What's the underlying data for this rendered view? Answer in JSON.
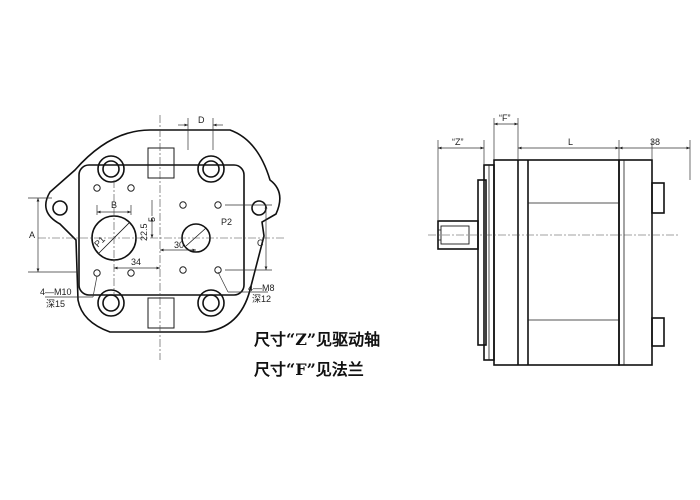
{
  "front_view": {
    "dim_D": "D",
    "dim_A": "A",
    "dim_B": "B",
    "dim_5": "5",
    "dim_22_5": "22.5",
    "dim_30": "30",
    "dim_34": "34",
    "dim_C": "C",
    "port_P1": "P1",
    "port_P2": "P2",
    "thread_left_1": "4—M10",
    "thread_left_2": "深15",
    "thread_right_1": "4—M8",
    "thread_right_2": "深12"
  },
  "side_view": {
    "dim_Z": "“Z”",
    "dim_F": "“F”",
    "dim_L": "L",
    "dim_38": "38"
  },
  "notes": {
    "line1": "尺寸“Z”见驱动轴",
    "line2": "尺寸“F”见法兰"
  }
}
